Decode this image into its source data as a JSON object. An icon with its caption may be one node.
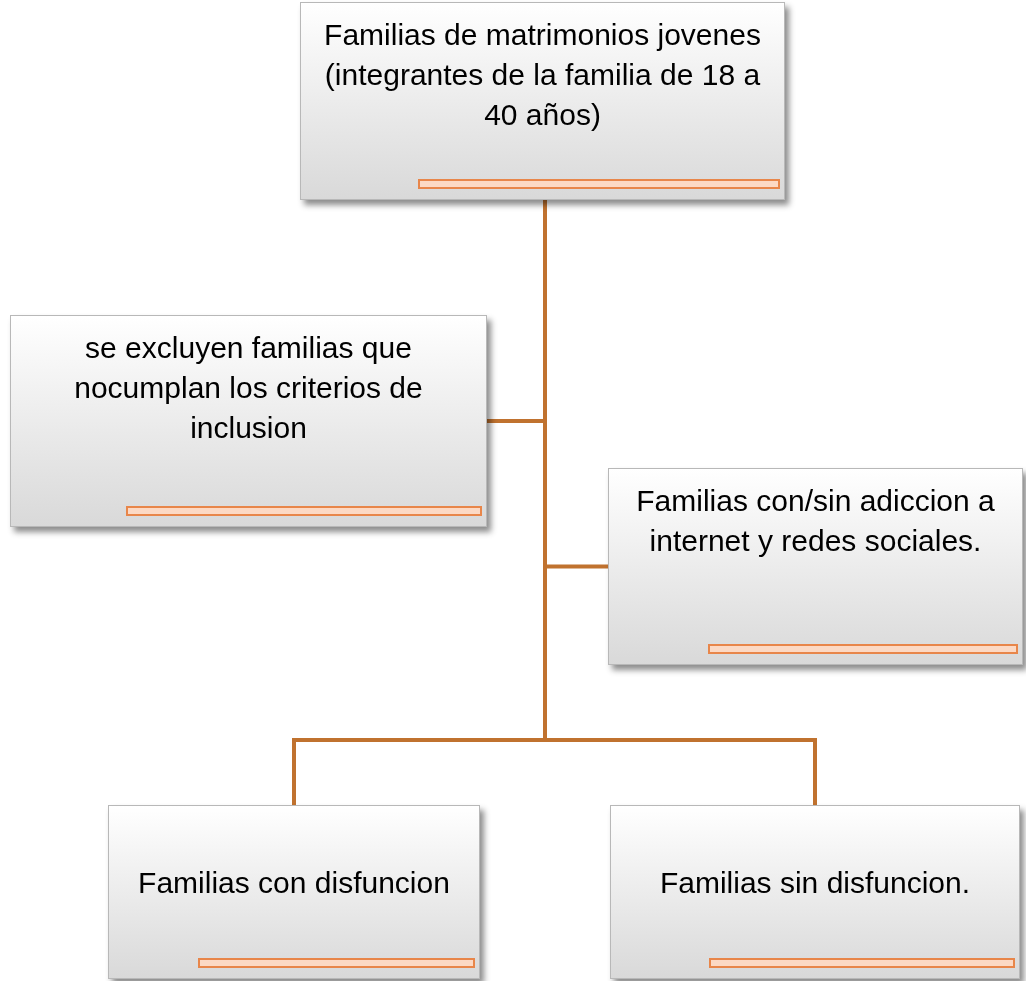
{
  "diagram": {
    "nodes": [
      {
        "text": [
          "Familias de matrimonios jovenes (integrantes de la familia de 18 a 40 años)"
        ]
      },
      {
        "text": [
          "se excluyen familias que nocumplan los criterios de inclusion"
        ]
      },
      {
        "text": [
          "Familias con/sin adiccion a internet y redes sociales."
        ]
      },
      {
        "text": [
          "Familias con disfuncion"
        ]
      },
      {
        "text": [
          "Familias sin disfuncion."
        ]
      }
    ],
    "edges": [
      {
        "from": 0,
        "to": 1,
        "arrow": "none"
      },
      {
        "from": 0,
        "to": 2,
        "arrow": "none"
      },
      {
        "from": 0,
        "to": 3,
        "arrow": "none"
      },
      {
        "from": 0,
        "to": 4,
        "arrow": "none"
      }
    ]
  }
}
